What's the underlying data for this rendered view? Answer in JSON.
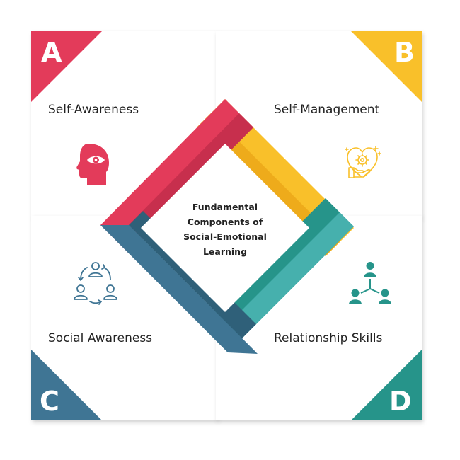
{
  "center": {
    "lines": [
      "Fundamental",
      "Components of",
      "Social-Emotional",
      "Learning"
    ]
  },
  "cards": [
    {
      "letter": "A",
      "label": "Self-Awareness",
      "color": "#e33b5a",
      "icon": "head-eye-icon"
    },
    {
      "letter": "B",
      "label": "Self-Management",
      "color": "#f9c02a",
      "icon": "heart-gear-hand-icon"
    },
    {
      "letter": "C",
      "label": "Social Awareness",
      "color": "#3f7594",
      "icon": "people-cycle-icon"
    },
    {
      "letter": "D",
      "label": "Relationship Skills",
      "color": "#26948a",
      "icon": "people-network-icon"
    }
  ],
  "frame": {
    "colors": {
      "red": "#e33b5a",
      "red_dark": "#c72f4d",
      "yellow": "#f9c02a",
      "yellow_dark": "#eeab1b",
      "teal": "#26948a",
      "teal_light": "#46b0ad",
      "blue": "#3f7594",
      "blue_dark": "#2f6079"
    }
  }
}
